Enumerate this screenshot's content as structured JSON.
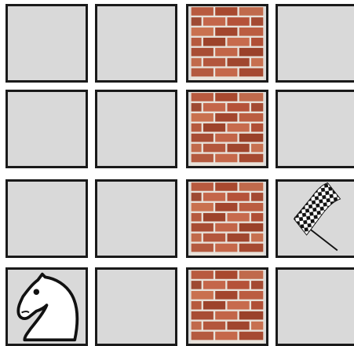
{
  "board": {
    "rows": 4,
    "cols": 4,
    "cells": [
      [
        "empty",
        "empty",
        "wall",
        "empty"
      ],
      [
        "empty",
        "empty",
        "wall",
        "empty"
      ],
      [
        "empty",
        "empty",
        "wall",
        "goal"
      ],
      [
        "knight",
        "empty",
        "wall",
        "empty"
      ]
    ]
  },
  "pieces": {
    "player": "knight-icon",
    "goal": "checkered-flag-icon",
    "obstacle": "brick-wall-icon"
  },
  "colors": {
    "cell_background": "#d9d9d9",
    "cell_border": "#1a1a1a",
    "brick": "#b5533a",
    "mortar": "#e8e2da"
  }
}
